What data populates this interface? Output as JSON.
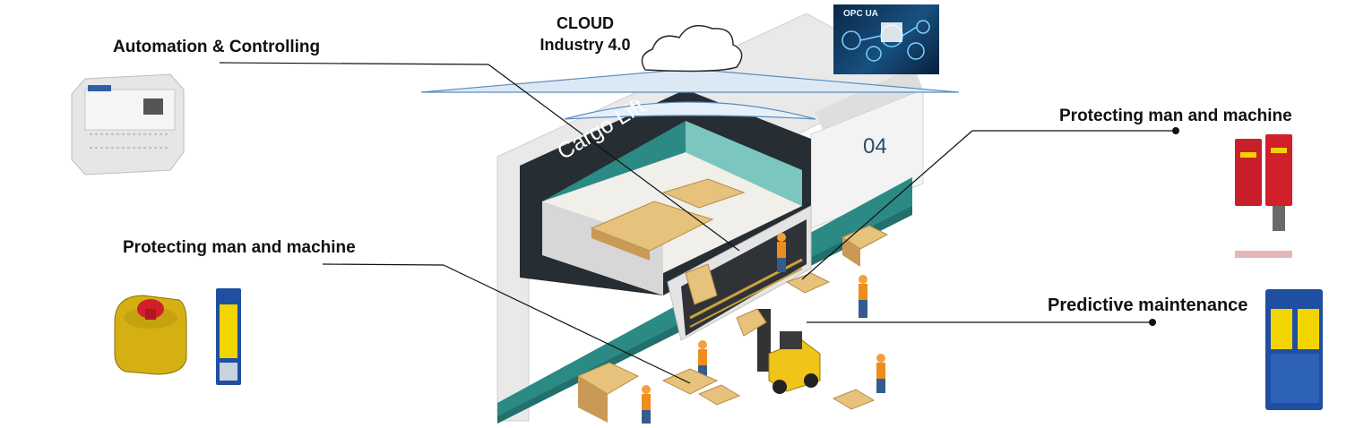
{
  "labels": {
    "automation": "Automation & Controlling",
    "protect_left": "Protecting man and machine",
    "protect_right": "Protecting man and machine",
    "predictive": "Predictive maintenance",
    "cloud_line1": "CLOUD",
    "cloud_line2": "Industry 4.0",
    "opc": "OPC UA",
    "cargo_lift": "Cargo Lift",
    "lift_number": "04"
  },
  "icons": {
    "cloud": "cloud-icon",
    "plc": "plc-controller-icon",
    "emergency_stop": "emergency-stop-icon",
    "safety_relay": "safety-relay-icon",
    "safety_switch": "safety-switch-icon",
    "monitoring_relay": "monitoring-relay-icon",
    "forklift": "forklift-icon",
    "worker": "worker-icon",
    "pallet": "pallet-icon"
  },
  "colors": {
    "teal": "#2b8a84",
    "lift_dark": "#262d33",
    "bolt_red": "#d11f2b",
    "safety_yellow": "#f1d400",
    "relay_blue": "#1f4fa0"
  }
}
